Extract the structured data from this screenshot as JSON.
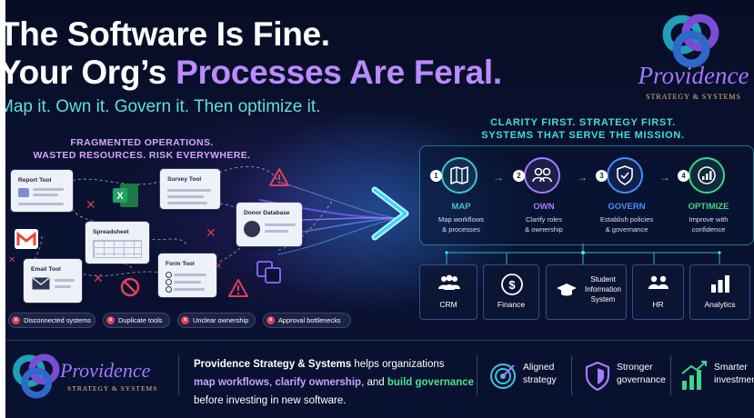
{
  "headline": {
    "line1": "The Software Is Fine.",
    "line2_white": "Your Org’s ",
    "line2_purple": "Processes Are Feral.",
    "tagline": "Map it. Own it. Govern it. Then optimize it."
  },
  "brand": {
    "name": "Providence",
    "sub": "STRATEGY & SYSTEMS",
    "colors": {
      "teal": "#1f9fb8",
      "purple": "#7c4bd6",
      "blue": "#3d5bd9"
    }
  },
  "left_panel": {
    "heading_line1": "FRAGMENTED OPERATIONS.",
    "heading_line2": "WASTED RESOURCES. RISK EVERYWHERE.",
    "tools": {
      "report": "Report Tool",
      "survey": "Survey Tool",
      "donor": "Donor Database",
      "spreadsheet": "Spreadsheet",
      "email": "Email Tool",
      "form": "Form Tool"
    },
    "app_icons": [
      "excel-icon",
      "gmail-icon",
      "warning-icon",
      "no-entry-icon",
      "copy-icon"
    ],
    "problems": [
      "Disconnected systems",
      "Duplicate tools",
      "Unclear ownership",
      "Approval bottlenecks"
    ]
  },
  "right_panel": {
    "heading_line1": "CLARITY FIRST. STRATEGY FIRST.",
    "heading_line2": "SYSTEMS THAT SERVE THE MISSION.",
    "steps": [
      {
        "num": "1",
        "name": "MAP",
        "desc1": "Map workflows",
        "desc2": "& processes",
        "icon": "map-icon",
        "color": "#3fc3d6"
      },
      {
        "num": "2",
        "name": "OWN",
        "desc1": "Clarify roles",
        "desc2": "& ownership",
        "icon": "people-icon",
        "color": "#a77bff"
      },
      {
        "num": "3",
        "name": "GOVERN",
        "desc1": "Establish policies",
        "desc2": "& governance",
        "icon": "shield-check-icon",
        "color": "#4a8cff"
      },
      {
        "num": "4",
        "name": "OPTIMIZE",
        "desc1": "Improve with",
        "desc2": "confidence",
        "icon": "growth-chart-icon",
        "color": "#3ed68a"
      }
    ],
    "systems": [
      {
        "label": "CRM",
        "icon": "users-icon"
      },
      {
        "label": "Finance",
        "icon": "dollar-icon"
      },
      {
        "label1": "Student",
        "label2": "Information",
        "label3": "System",
        "icon": "graduation-cap-icon"
      },
      {
        "label": "HR",
        "icon": "team-icon"
      },
      {
        "label": "Analytics",
        "icon": "bar-chart-icon"
      }
    ]
  },
  "footer": {
    "brand": "Providence Strategy & Systems",
    "text1": " helps organizations",
    "hl_map": "map workflows",
    "comma1": ", ",
    "hl_own": "clarify ownership",
    "and": ", and ",
    "hl_gov": "build governance",
    "text2": "before investing in new software.",
    "benefits": [
      {
        "line1": "Aligned",
        "line2": "strategy",
        "icon": "target-icon"
      },
      {
        "line1": "Stronger",
        "line2": "governance",
        "icon": "shield-icon"
      },
      {
        "line1": "Smarter",
        "line2": "investments",
        "icon": "growth-icon"
      }
    ]
  }
}
